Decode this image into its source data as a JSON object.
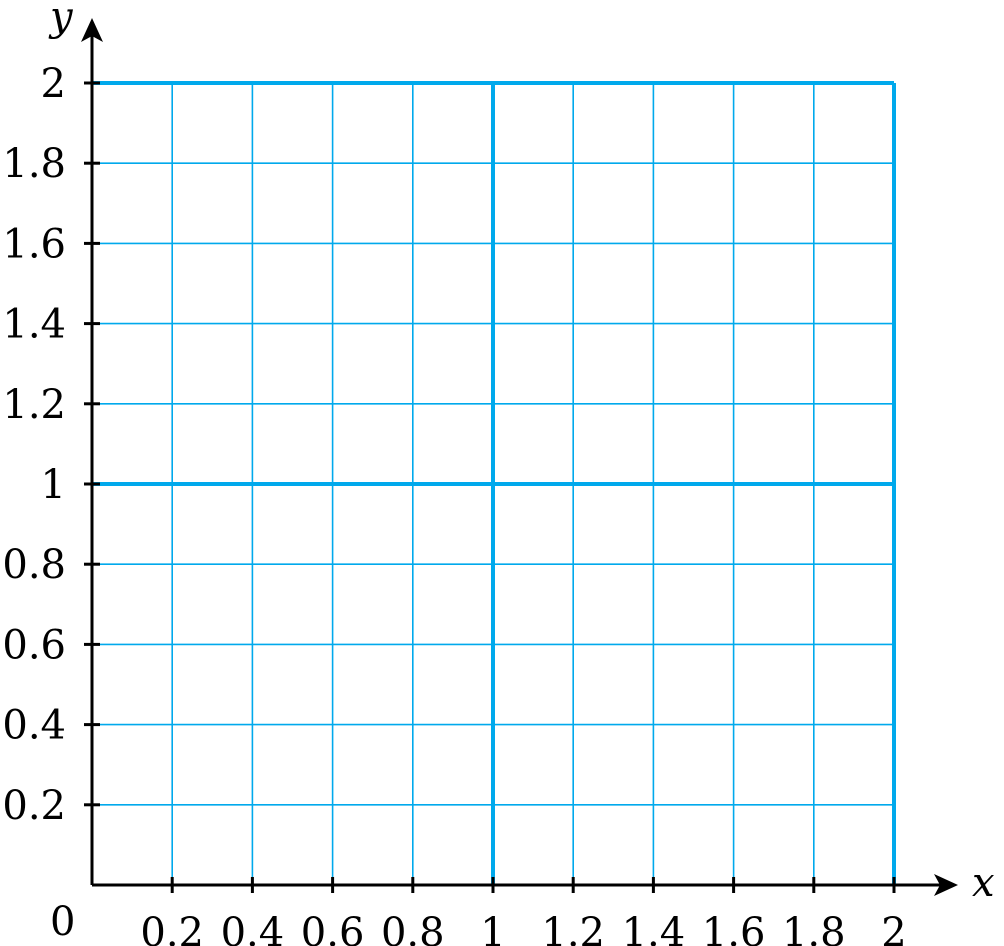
{
  "chart_data": {
    "type": "line",
    "title": "",
    "xlabel": "x",
    "ylabel": "y",
    "origin_label": "0",
    "xlim": [
      0,
      2
    ],
    "ylim": [
      0,
      2
    ],
    "grid": true,
    "grid_color": "#00a9ec",
    "axis_color": "#000000",
    "x_ticks": [
      {
        "value": 0.2,
        "label": "0.2"
      },
      {
        "value": 0.4,
        "label": "0.4"
      },
      {
        "value": 0.6,
        "label": "0.6"
      },
      {
        "value": 0.8,
        "label": "0.8"
      },
      {
        "value": 1,
        "label": "1"
      },
      {
        "value": 1.2,
        "label": "1.2"
      },
      {
        "value": 1.4,
        "label": "1.4"
      },
      {
        "value": 1.6,
        "label": "1.6"
      },
      {
        "value": 1.8,
        "label": "1.8"
      },
      {
        "value": 2,
        "label": "2"
      }
    ],
    "y_ticks": [
      {
        "value": 0.2,
        "label": "0.2"
      },
      {
        "value": 0.4,
        "label": "0.4"
      },
      {
        "value": 0.6,
        "label": "0.6"
      },
      {
        "value": 0.8,
        "label": "0.8"
      },
      {
        "value": 1,
        "label": "1"
      },
      {
        "value": 1.2,
        "label": "1.2"
      },
      {
        "value": 1.4,
        "label": "1.4"
      },
      {
        "value": 1.6,
        "label": "1.6"
      },
      {
        "value": 1.8,
        "label": "1.8"
      },
      {
        "value": 2,
        "label": "2"
      }
    ],
    "major_grid_values": [
      1,
      2
    ],
    "series": []
  }
}
